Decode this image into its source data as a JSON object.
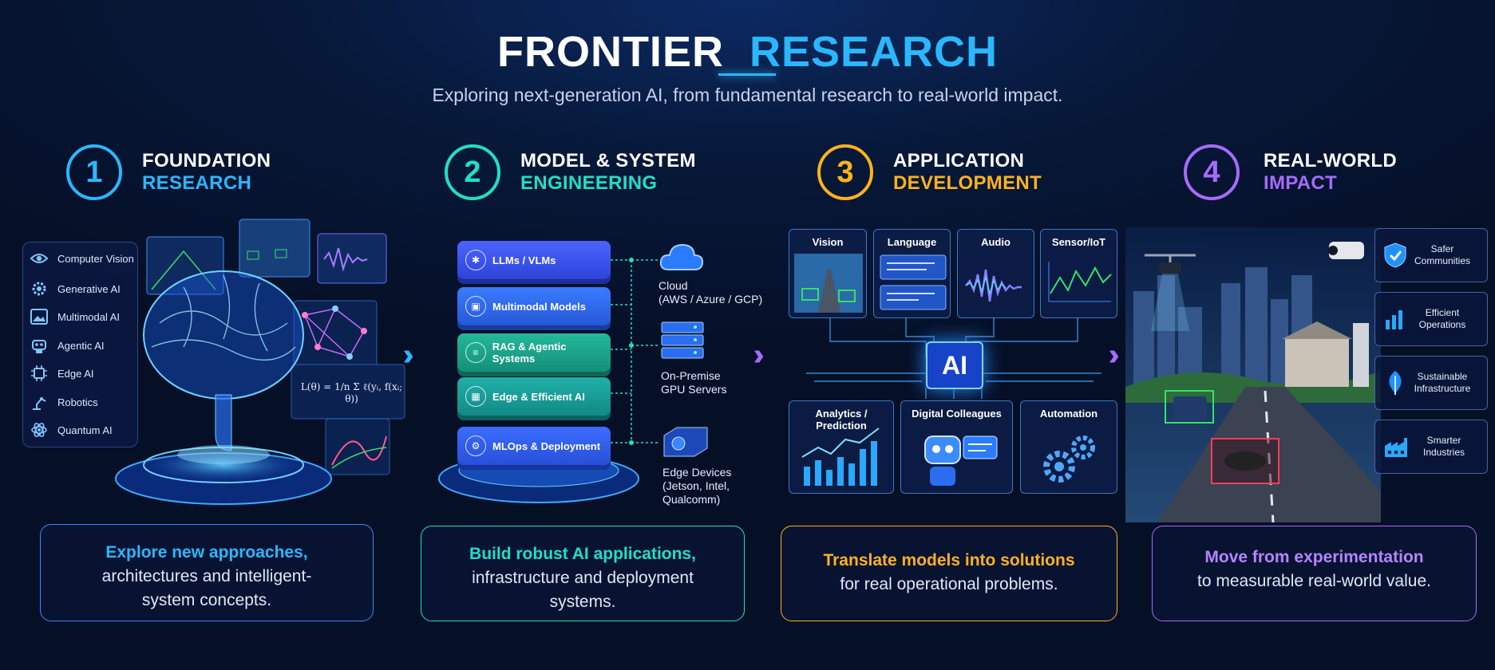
{
  "header": {
    "title_a": "FRONTIER",
    "title_b": "RESEARCH",
    "subtitle": "Exploring next-generation AI, from fundamental research to real-world impact."
  },
  "colors": {
    "s1": "#2bb7ff",
    "s2": "#1fe0c4",
    "s3": "#ffb21e",
    "s4": "#a66bff"
  },
  "stages": [
    {
      "num": "1",
      "line1": "FOUNDATION",
      "line2": "RESEARCH",
      "card_head": "Explore new approaches,",
      "card_body1": "architectures and intelligent-",
      "card_body2": "system concepts."
    },
    {
      "num": "2",
      "line1": "MODEL & SYSTEM",
      "line2": "ENGINEERING",
      "card_head": "Build robust AI applications,",
      "card_body1": "infrastructure and deployment",
      "card_body2": "systems."
    },
    {
      "num": "3",
      "line1": "APPLICATION",
      "line2": "DEVELOPMENT",
      "card_head": "Translate models into solutions",
      "card_body1": "for real operational problems.",
      "card_body2": ""
    },
    {
      "num": "4",
      "line1": "REAL-WORLD",
      "line2": "IMPACT",
      "card_head": "Move from experimentation",
      "card_body1": "to measurable real-world value.",
      "card_body2": ""
    }
  ],
  "foundation_items": [
    {
      "label": "Computer Vision",
      "icon": "eye-icon"
    },
    {
      "label": "Generative AI",
      "icon": "gear-icon"
    },
    {
      "label": "Multimodal AI",
      "icon": "image-icon"
    },
    {
      "label": "Agentic AI",
      "icon": "robot-icon"
    },
    {
      "label": "Edge AI",
      "icon": "chip-icon"
    },
    {
      "label": "Robotics",
      "icon": "robot-arm-icon"
    },
    {
      "label": "Quantum AI",
      "icon": "atom-icon"
    }
  ],
  "formula": "L(θ) = 1/n Σ ℓ(yᵢ, f(xᵢ; θ))",
  "layers": [
    "LLMs / VLMs",
    "Multimodal Models",
    "RAG & Agentic Systems",
    "Edge & Efficient AI",
    "MLOps & Deployment"
  ],
  "deploy": [
    {
      "line1": "Cloud",
      "line2": "(AWS / Azure / GCP)",
      "line3": ""
    },
    {
      "line1": "On-Premise",
      "line2": "GPU Servers",
      "line3": ""
    },
    {
      "line1": "Edge Devices",
      "line2": "(Jetson, Intel,",
      "line3": "Qualcomm)"
    }
  ],
  "app_top": [
    "Vision",
    "Language",
    "Audio",
    "Sensor/IoT"
  ],
  "ai_chip": "AI",
  "app_bottom": [
    "Analytics / Prediction",
    "Digital Colleagues",
    "Automation"
  ],
  "impact": [
    "Safer Communities",
    "Efficient Operations",
    "Sustainable Infrastructure",
    "Smarter Industries"
  ]
}
